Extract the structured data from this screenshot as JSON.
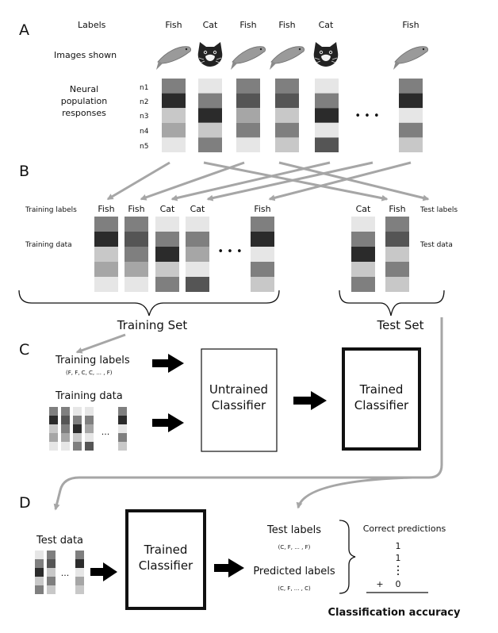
{
  "panels": {
    "a": "A",
    "b": "B",
    "c": "C",
    "d": "D"
  },
  "panel_a": {
    "labels_heading": "Labels",
    "images_heading": "Images shown",
    "responses_heading": [
      "Neural",
      "population",
      "responses"
    ],
    "neuron_labels": [
      "n1",
      "n2",
      "n3",
      "n4",
      "n5"
    ],
    "stimulus_labels": [
      "Fish",
      "Cat",
      "Fish",
      "Fish",
      "Cat",
      "Fish"
    ],
    "stimulus_icons": [
      "fish-icon",
      "cat-icon",
      "fish-icon",
      "fish-icon",
      "cat-icon",
      "fish-icon"
    ],
    "ellipsis": "• • •"
  },
  "panel_b": {
    "training_labels_heading": "Training labels",
    "training_data_heading": "Training data",
    "test_labels_heading": "Test labels",
    "test_data_heading": "Test data",
    "training_column_labels": [
      "Fish",
      "Fish",
      "Cat",
      "Cat",
      "Fish"
    ],
    "test_column_labels": [
      "Cat",
      "Fish"
    ],
    "ellipsis": "• • •",
    "training_set": "Training Set",
    "test_set": "Test Set"
  },
  "panel_c": {
    "training_labels": "Training labels",
    "training_labels_seq": "(F, F, C, C, ... , F)",
    "training_data": "Training data",
    "mini_ellipsis": "...",
    "untrained": [
      "Untrained",
      "Classifier"
    ],
    "trained": [
      "Trained",
      "Classifier"
    ]
  },
  "panel_d": {
    "test_data": "Test data",
    "mini_ellipsis": "...",
    "trained": [
      "Trained",
      "Classifier"
    ],
    "test_labels": "Test labels",
    "test_labels_seq": "(C, F, ... , F)",
    "predicted_labels": "Predicted labels",
    "predicted_seq": "(C, F, ... , C)",
    "correct_predictions": "Correct predictions",
    "predictions": [
      "1",
      "1",
      "0"
    ],
    "plus": "+",
    "accuracy": "Classification accuracy"
  },
  "colors": {
    "arrow_gray": "#a6a6a6",
    "arrow_black": "#000000",
    "fish": "#9a9a9a",
    "heatmap_ramp": [
      "#e6e6e6",
      "#c8c8c8",
      "#a6a6a6",
      "#7f7f7f",
      "#555555",
      "#2b2b2b"
    ]
  }
}
